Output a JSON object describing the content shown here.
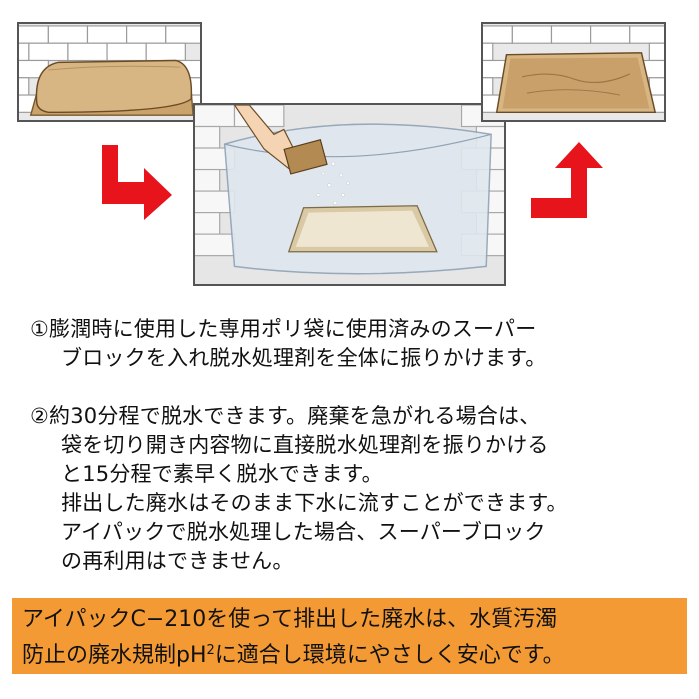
{
  "illustration": {
    "arrow_color": "#e8141b",
    "brick_color": "#ffffff",
    "bag_color": "#d8b683"
  },
  "step1": {
    "line1": "①膨潤時に使用した専用ポリ袋に使用済みのスーパー",
    "line2": "ブロックを入れ脱水処理剤を全体に振りかけます。"
  },
  "step2": {
    "line1": "②約30分程で脱水できます。廃棄を急がれる場合は、",
    "line2": "袋を切り開き内容物に直接脱水処理剤を振りかける",
    "line3": "と15分程で素早く脱水できます。",
    "line4": "排出した廃水はそのまま下水に流すことができます。",
    "line5": "アイパックで脱水処理した場合、スーパーブロック",
    "line6": "の再利用はできません。"
  },
  "banner": {
    "color": "#f39a34",
    "line1": "アイパックC−210を使って排出した廃水は、水質汚濁",
    "line2_a": "防止の廃水規制pH",
    "line2_sup": "2",
    "line2_b": "に適合し環境にやさしく安心です。"
  }
}
